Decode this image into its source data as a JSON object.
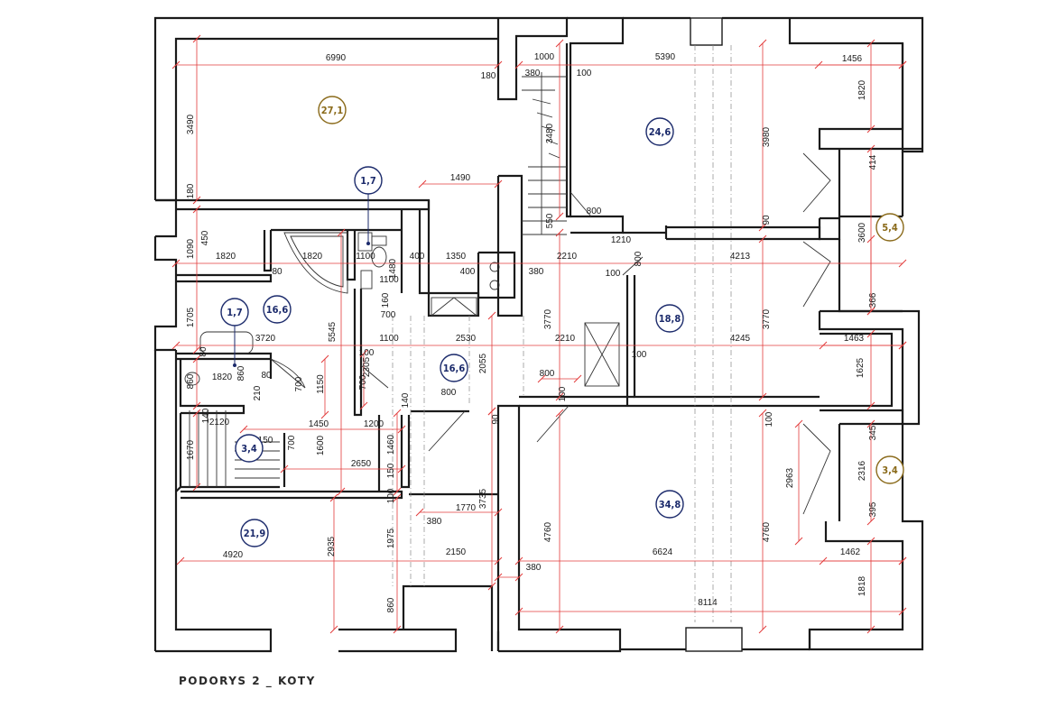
{
  "title": "PODORYS 2 _ KOTY",
  "colors": {
    "wall": "#1a1a1a",
    "dimension": "#e23b3b",
    "area_navy": "#1b2a6b",
    "area_gold": "#8a6a1a"
  },
  "areas": [
    {
      "label": "27,1",
      "tone": "gold"
    },
    {
      "label": "24,6",
      "tone": "navy"
    },
    {
      "label": "1,7",
      "tone": "navy"
    },
    {
      "label": "5,4",
      "tone": "gold"
    },
    {
      "label": "16,6",
      "tone": "navy"
    },
    {
      "label": "1,7",
      "tone": "navy"
    },
    {
      "label": "18,8",
      "tone": "navy"
    },
    {
      "label": "16,6",
      "tone": "navy"
    },
    {
      "label": "3,4",
      "tone": "navy"
    },
    {
      "label": "34,8",
      "tone": "navy"
    },
    {
      "label": "3,4",
      "tone": "gold"
    },
    {
      "label": "21,9",
      "tone": "navy"
    }
  ],
  "dimensions": [
    "6990",
    "180",
    "1000",
    "380",
    "100",
    "5390",
    "1456",
    "3490",
    "180",
    "1820",
    "3480",
    "3980",
    "414",
    "1490",
    "800",
    "550",
    "90",
    "3600",
    "1090",
    "450",
    "1820",
    "1820",
    "1100",
    "1480",
    "400",
    "1350",
    "1210",
    "800",
    "80",
    "1100",
    "400",
    "380",
    "2210",
    "100",
    "4213",
    "366",
    "160",
    "700",
    "1705",
    "3720",
    "5545",
    "1100",
    "2530",
    "3770",
    "2210",
    "3770",
    "4245",
    "1463",
    "100",
    "100",
    "2305",
    "2055",
    "80",
    "860",
    "1820",
    "80",
    "860",
    "700",
    "1150",
    "700",
    "800",
    "100",
    "1625",
    "210",
    "140",
    "800",
    "100",
    "90",
    "140",
    "2120",
    "1450",
    "1200",
    "345",
    "150",
    "700",
    "1600",
    "1460",
    "1670",
    "2650",
    "150",
    "2963",
    "2316",
    "100",
    "1770",
    "3735",
    "380",
    "395",
    "4920",
    "2935",
    "1975",
    "2150",
    "4760",
    "6624",
    "4760",
    "1462",
    "380",
    "1818",
    "860",
    "8114"
  ]
}
